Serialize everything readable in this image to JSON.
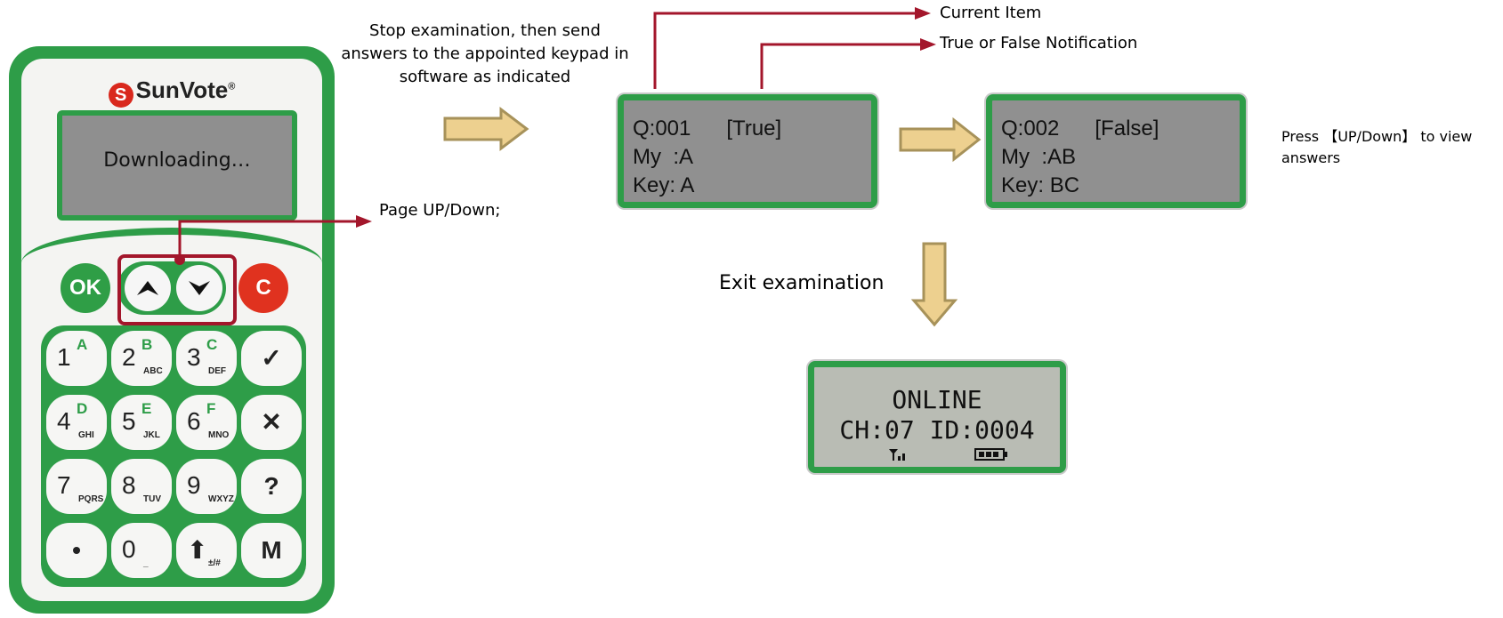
{
  "keypad": {
    "brand": "SunVote",
    "brand_mark": "S",
    "brand_reg": "®",
    "screen_text": "Downloading…",
    "ok_label": "OK",
    "c_label": "C",
    "keys": [
      {
        "num": "1",
        "letter": "A",
        "sub": ""
      },
      {
        "num": "2",
        "letter": "B",
        "sub": "ABC"
      },
      {
        "num": "3",
        "letter": "C",
        "sub": "DEF"
      },
      {
        "sym": "✓"
      },
      {
        "num": "4",
        "letter": "D",
        "sub": "GHI"
      },
      {
        "num": "5",
        "letter": "E",
        "sub": "JKL"
      },
      {
        "num": "6",
        "letter": "F",
        "sub": "MNO"
      },
      {
        "sym": "✕"
      },
      {
        "num": "7",
        "letter": "",
        "sub": "PQRS"
      },
      {
        "num": "8",
        "letter": "",
        "sub": "TUV"
      },
      {
        "num": "9",
        "letter": "",
        "sub": "WXYZ"
      },
      {
        "sym": "?"
      },
      {
        "sym": "•"
      },
      {
        "num": "0",
        "letter": "",
        "sub": "_"
      },
      {
        "num": "⬆",
        "letter": "",
        "sub": "±/#"
      },
      {
        "sym": "M"
      }
    ]
  },
  "annotations": {
    "stop_exam": "Stop examination, then send answers to the appointed keypad in software as indicated",
    "current_item": "Current Item",
    "true_false": "True or False Notification",
    "page_updown": "Page UP/Down;",
    "press_updown": "Press 【UP/Down】 to view answers",
    "exit_exam": "Exit examination"
  },
  "screen1": {
    "line1": "Q:001      [True]",
    "line2": "My  :A",
    "line3": "Key: A"
  },
  "screen2": {
    "line1": "Q:002      [False]",
    "line2": "My  :AB",
    "line3": "Key: BC"
  },
  "screen3": {
    "line1": "ONLINE",
    "line2": "CH:07 ID:0004"
  },
  "colors": {
    "green": "#2e9d48",
    "red_line": "#a3162b",
    "arrow_fill": "#edd08f",
    "arrow_stroke": "#a7925a"
  }
}
